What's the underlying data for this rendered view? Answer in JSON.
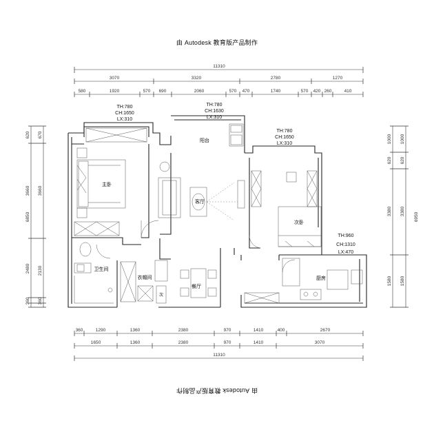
{
  "watermark": "由 Autodesk 教育版产品制作",
  "dims": {
    "top_total": "11310",
    "top_mid": [
      "3070",
      "3320",
      "2780",
      "1270"
    ],
    "top_inner": [
      "580",
      "1920",
      "570",
      "690",
      "2060",
      "570",
      "470",
      "1740",
      "570",
      "420",
      "260",
      "410"
    ],
    "bottom_inner": [
      "360",
      "1290",
      "1360",
      "2380",
      "970",
      "1410",
      "400",
      "2670"
    ],
    "bottom_mid": [
      "1650",
      "1360",
      "2380",
      "970",
      "1410",
      "3070"
    ],
    "bottom_total": "11310",
    "left_total": "6850",
    "left_mid": [
      "620",
      "3660",
      "2480",
      "360"
    ],
    "left_inner": [
      "670",
      "3660",
      "2130",
      "360"
    ],
    "right_total": "6950",
    "right_mid": [
      "1000",
      "620",
      "3380",
      "1580"
    ],
    "right_inner": [
      "1000",
      "620",
      "3380",
      "1580"
    ]
  },
  "windows": [
    {
      "th": "TH:780",
      "ch": "CH:1650",
      "lx": "LX:310"
    },
    {
      "th": "TH:780",
      "ch": "CH:1630",
      "lx": "LX:310"
    },
    {
      "th": "TH:780",
      "ch": "CH:1650",
      "lx": "LX:310"
    },
    {
      "th": "TH:960",
      "ch": "CH:1310",
      "lx": "LX:470"
    }
  ],
  "rooms": {
    "master_bedroom": "主卧",
    "balcony": "阳台",
    "living_room": "客厅",
    "second_bedroom": "次卧",
    "bathroom": "卫生间",
    "cloakroom": "衣帽间",
    "dining_room": "餐厅",
    "kitchen": "厨房",
    "small_label": "次"
  }
}
